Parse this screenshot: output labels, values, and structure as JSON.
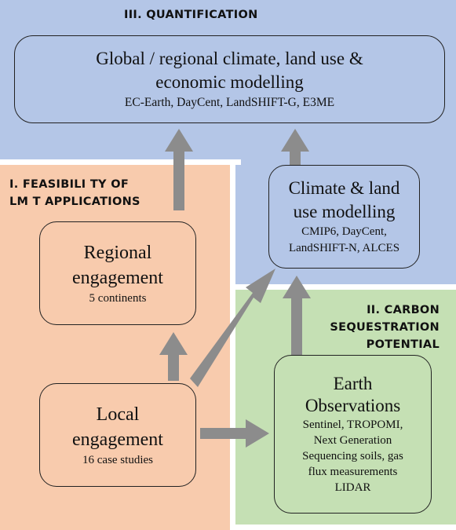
{
  "colors": {
    "quantification": "#b4c6e7",
    "feasibility": "#f8cbad",
    "carbon": "#c5e0b4",
    "arrow": "#8c8c8c"
  },
  "regions": {
    "quantification": {
      "title": "III. QUANTIFICATION"
    },
    "feasibility": {
      "title_line1": "I. FEASIBILI TY OF",
      "title_line2": "LM T APPLICATIONS"
    },
    "carbon": {
      "title_line1": "II. CARBON",
      "title_line2": "SEQUESTRATION",
      "title_line3": "POTENTIAL"
    }
  },
  "boxes": {
    "global": {
      "title_line1": "Global / regional climate, land use &",
      "title_line2": "economic modelling",
      "sub": "EC-Earth, DayCent, LandSHIFT-G, E3ME"
    },
    "climate": {
      "title_line1": "Climate & land",
      "title_line2": "use modelling",
      "sub_line1": "CMIP6, DayCent,",
      "sub_line2": "LandSHIFT-N, ALCES"
    },
    "regional": {
      "title_line1": "Regional",
      "title_line2": "engagement",
      "sub": "5 continents"
    },
    "local": {
      "title_line1": "Local",
      "title_line2": "engagement",
      "sub": "16 case studies"
    },
    "earth": {
      "title_line1": "Earth",
      "title_line2": "Observations",
      "sub_line1": "Sentinel, TROPOMI,",
      "sub_line2": "Next Generation",
      "sub_line3": "Sequencing soils, gas",
      "sub_line4": "flux measurements",
      "sub_line5": "LIDAR"
    }
  }
}
